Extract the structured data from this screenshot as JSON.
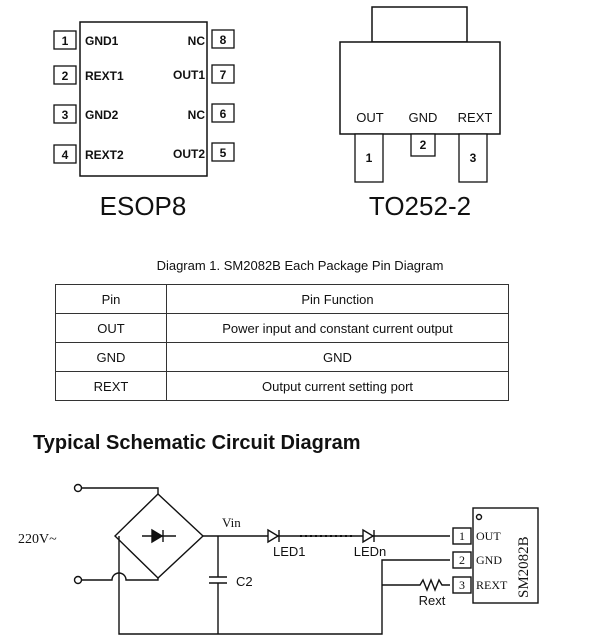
{
  "esop8": {
    "name": "ESOP8",
    "pins": [
      {
        "num": "1",
        "label": "GND1"
      },
      {
        "num": "2",
        "label": "REXT1"
      },
      {
        "num": "3",
        "label": "GND2"
      },
      {
        "num": "4",
        "label": "REXT2"
      },
      {
        "num": "8",
        "label": "NC"
      },
      {
        "num": "7",
        "label": "OUT1"
      },
      {
        "num": "6",
        "label": "NC"
      },
      {
        "num": "5",
        "label": "OUT2"
      }
    ]
  },
  "to252": {
    "name": "TO252-2",
    "pins": [
      {
        "num": "1",
        "label": "OUT"
      },
      {
        "num": "2",
        "label": "GND"
      },
      {
        "num": "3",
        "label": "REXT"
      }
    ]
  },
  "caption": "Diagram 1. SM2082B Each Package Pin Diagram",
  "pin_table": {
    "headers": [
      "Pin",
      "Pin Function"
    ],
    "rows": [
      [
        "OUT",
        "Power input and constant current output"
      ],
      [
        "GND",
        "GND"
      ],
      [
        "REXT",
        "Output current setting port"
      ]
    ]
  },
  "schematic": {
    "title": "Typical Schematic Circuit Diagram",
    "supply_label": "220V~",
    "vin_label": "Vin",
    "cap_label": "C2",
    "led1_label": "LED1",
    "ledn_label": "LEDn",
    "rext_label": "Rext",
    "chip_name": "SM2082B",
    "chip_pins": [
      {
        "num": "1",
        "label": "OUT"
      },
      {
        "num": "2",
        "label": "GND"
      },
      {
        "num": "3",
        "label": "REXT"
      }
    ]
  }
}
